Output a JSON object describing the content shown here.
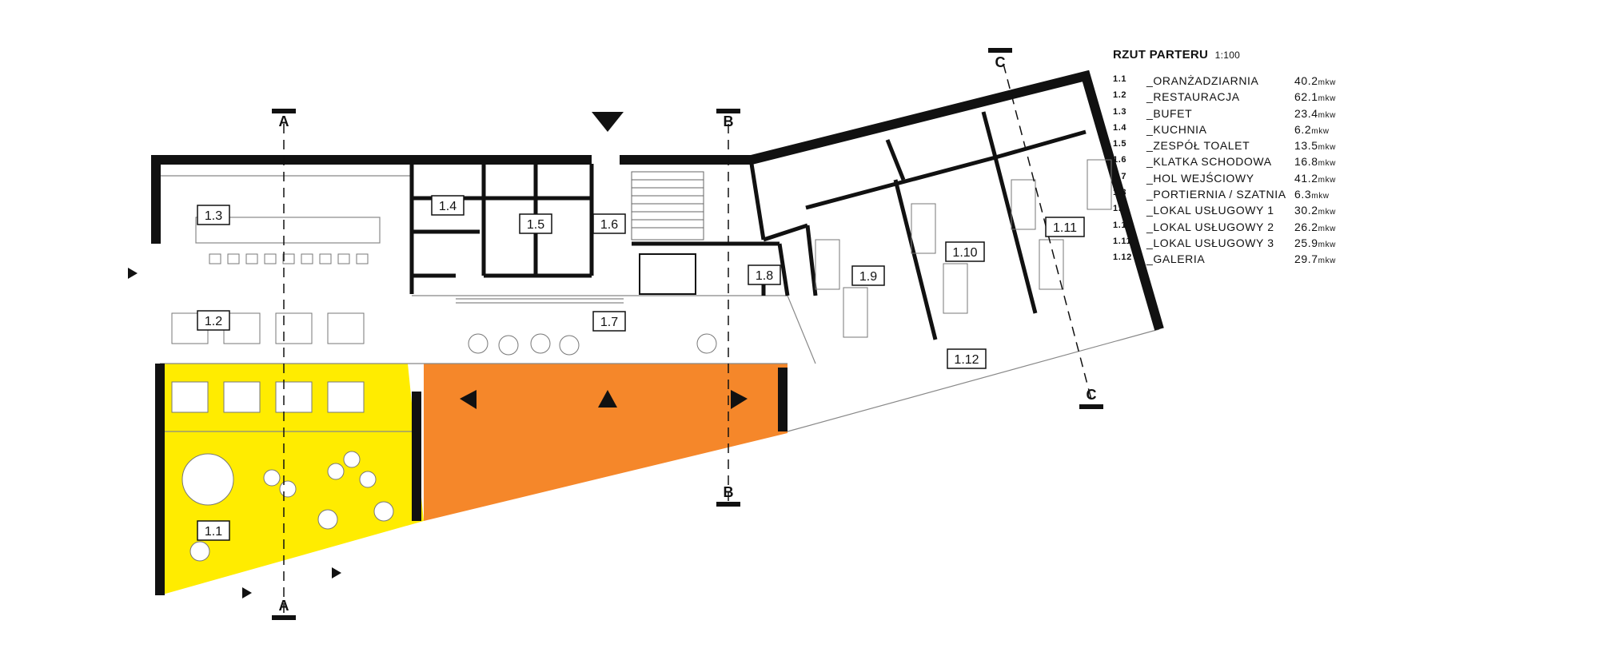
{
  "title": "RZUT PARTERU",
  "scale": "1:100",
  "area_unit": "mkw",
  "rooms": [
    {
      "id": "1.1",
      "name": "_ORANŻADZIARNIA",
      "area": "40.2"
    },
    {
      "id": "1.2",
      "name": "_RESTAURACJA",
      "area": "62.1"
    },
    {
      "id": "1.3",
      "name": "_BUFET",
      "area": "23.4"
    },
    {
      "id": "1.4",
      "name": "_KUCHNIA",
      "area": "6.2"
    },
    {
      "id": "1.5",
      "name": "_ZESPÓŁ TOALET",
      "area": "13.5"
    },
    {
      "id": "1.6",
      "name": "_KLATKA SCHODOWA",
      "area": "16.8"
    },
    {
      "id": "1.7",
      "name": "_HOL WEJŚCIOWY",
      "area": "41.2"
    },
    {
      "id": "1.8",
      "name": "_PORTIERNIA / SZATNIA",
      "area": "6.3"
    },
    {
      "id": "1.9",
      "name": "_LOKAL USŁUGOWY 1",
      "area": "30.2"
    },
    {
      "id": "1.10",
      "name": "_LOKAL USŁUGOWY 2",
      "area": "26.2"
    },
    {
      "id": "1.11",
      "name": "_LOKAL USŁUGOWY 3",
      "area": "25.9"
    },
    {
      "id": "1.12",
      "name": "_GALERIA",
      "area": "29.7"
    }
  ],
  "sections": {
    "a": "A",
    "b": "B",
    "c": "C"
  },
  "colors": {
    "oranzadziarnia": "#ffec00",
    "hol_zewn": "#f5872a",
    "walls": "#111111"
  }
}
